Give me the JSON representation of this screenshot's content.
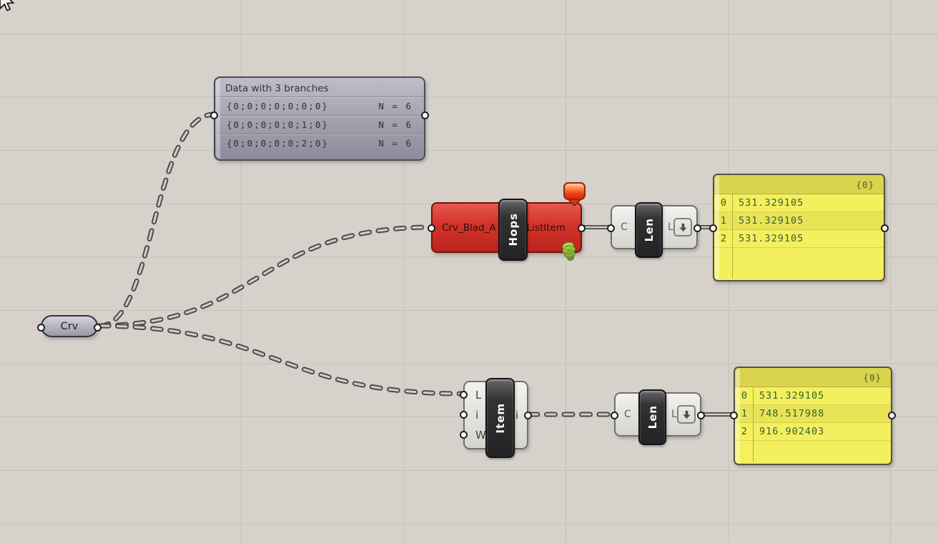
{
  "canvas": {
    "background": "#d6d2cb",
    "grid_color": "#c4c1b9",
    "wire_color": "#4c4c49"
  },
  "icons": {
    "balloon": "error-balloon-icon",
    "hops_plant": "hops-plant-icon",
    "down_arrow": "download-arrow-icon",
    "cursor": "mouse-pointer-icon"
  },
  "data_panel": {
    "title": "Data with 3 branches",
    "rows": [
      {
        "path": "{0;0;0;0;0;0;0}",
        "count": "N = 6"
      },
      {
        "path": "{0;0;0;0;0;1;0}",
        "count": "N = 6"
      },
      {
        "path": "{0;0;0;0;0;2;0}",
        "count": "N = 6"
      }
    ]
  },
  "crv_param": {
    "label": "Crv"
  },
  "hops_component": {
    "input_label": "Crv_Blad_A",
    "core_label": "Hops",
    "output_label": "ListItem",
    "error_color": "#d23329"
  },
  "len_top": {
    "input_label": "C",
    "core_label": "Len",
    "output_label": "L"
  },
  "len_bottom": {
    "input_label": "C",
    "core_label": "Len",
    "output_label": "L"
  },
  "list_item_component": {
    "input_labels": {
      "list": "L",
      "index": "i",
      "wrap": "W"
    },
    "core_label": "Item",
    "output_label": "i"
  },
  "panel_top": {
    "header": "{0}",
    "color": "#f4ef5d",
    "rows": [
      {
        "index": "0",
        "value": "531.329105"
      },
      {
        "index": "1",
        "value": "531.329105"
      },
      {
        "index": "2",
        "value": "531.329105"
      }
    ]
  },
  "panel_bottom": {
    "header": "{0}",
    "color": "#f4ef5d",
    "rows": [
      {
        "index": "0",
        "value": "531.329105"
      },
      {
        "index": "1",
        "value": "748.517988"
      },
      {
        "index": "2",
        "value": "916.902403"
      }
    ]
  }
}
